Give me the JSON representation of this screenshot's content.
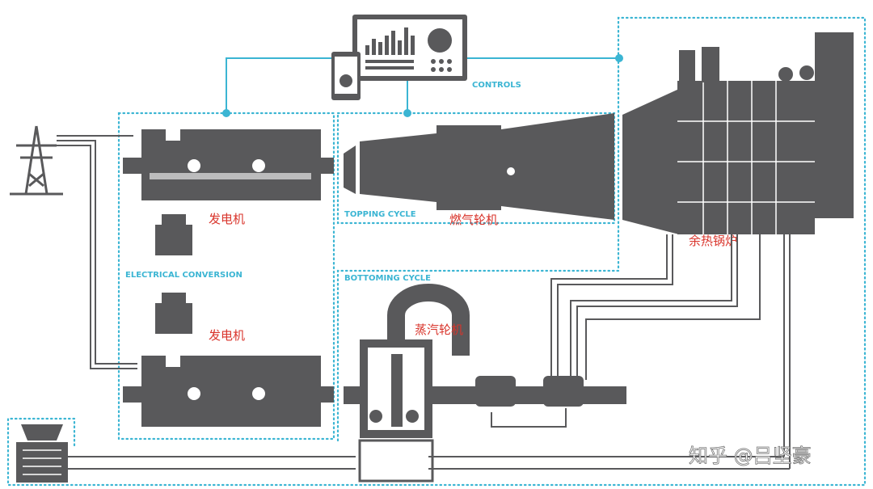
{
  "labels": {
    "controls": "CONTROLS",
    "electrical_conversion": "ELECTRICAL CONVERSION",
    "topping_cycle": "TOPPING CYCLE",
    "bottoming_cycle": "BOTTOMING CYCLE",
    "generator_top": "发电机",
    "generator_bottom": "发电机",
    "gas_turbine": "燃气轮机",
    "steam_turbine": "蒸汽轮机",
    "hrsg": "余热锅炉"
  },
  "watermark": "知乎 @吕坚豪",
  "colors": {
    "accent": "#3bb5d3",
    "equipment": "#59595b",
    "label_cn": "#d9342b"
  }
}
